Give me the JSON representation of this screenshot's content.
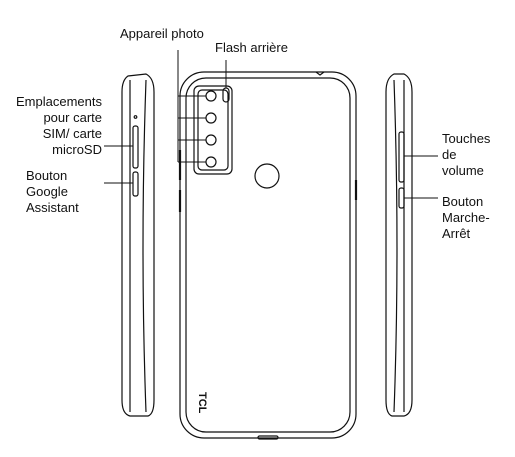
{
  "labels": {
    "camera": "Appareil photo",
    "flash": "Flash arrière",
    "sim_slots": "Emplacements\npour carte\nSIM/ carte\nmicroSD",
    "assistant": "Bouton\nGoogle\nAssistant",
    "volume": "Touches\nde\nvolume",
    "power": "Bouton\nMarche-\nArrêt"
  },
  "brand_mark": "TCL",
  "colors": {
    "line": "#111111",
    "accent": "#e07a7a"
  }
}
